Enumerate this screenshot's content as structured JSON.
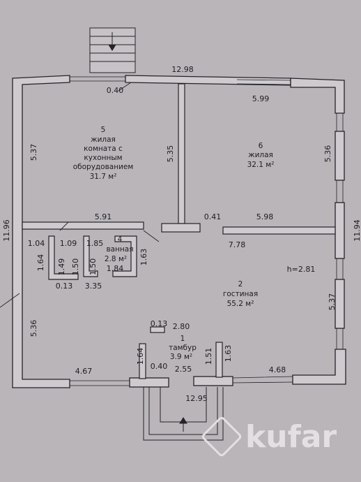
{
  "plan": {
    "ceiling_height": "h=2.81",
    "rooms": [
      {
        "number": "5",
        "name": "жилая",
        "extra_lines": [
          "комната с",
          "кухонным",
          "оборудованием"
        ],
        "area": "31.7 м²"
      },
      {
        "number": "6",
        "name": "жилая",
        "extra_lines": [],
        "area": "32.1 м²"
      },
      {
        "number": "4",
        "name": "ванная",
        "extra_lines": [],
        "area": "2.8 м²"
      },
      {
        "number": "2",
        "name": "гостиная",
        "extra_lines": [],
        "area": "55.2 м²"
      },
      {
        "number": "1",
        "name": "тамбур",
        "extra_lines": [],
        "area": "3.9 м²"
      }
    ],
    "dimensions": {
      "top_width": "12.98",
      "porch_offset": "0.40",
      "room6_top": "5.99",
      "left_height_outer": "11.96",
      "right_height_outer": "11.94",
      "room5_height": "5.37",
      "partition_height": "5.35",
      "room6_height": "5.36",
      "room5_width": "5.91",
      "partition_thickness": "0.41",
      "room6_width": "5.98",
      "hall_left_a": "1.04",
      "hall_left_b": "1.64",
      "closet_width": "1.09",
      "closet_height_a": "1.49",
      "closet_height_b": "1.50",
      "bath_width": "1.85",
      "bath_height_a": "1.50",
      "bath_depth": "1.84",
      "bath_height_b": "1.63",
      "niche": "0.13",
      "corridor_width": "3.35",
      "living_width": "7.78",
      "living_left_height": "5.36",
      "living_right_height": "5.37",
      "vest_niche": "0.13",
      "vest_width_top": "2.80",
      "vest_left_h": "1.64",
      "vest_right_h1": "1.51",
      "vest_right_h2": "1.63",
      "bottom_left": "4.67",
      "vest_wall": "0.40",
      "vest_width_bottom": "2.55",
      "bottom_right": "4.68",
      "bottom_total": "12.95"
    }
  },
  "watermark": {
    "text": "kufar"
  }
}
